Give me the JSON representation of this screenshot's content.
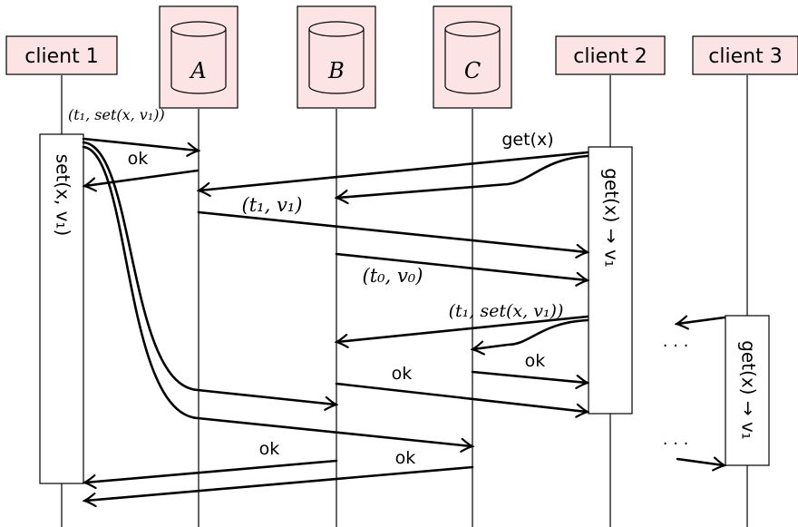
{
  "participants": {
    "client1": "client 1",
    "A": "A",
    "B": "B",
    "C": "C",
    "client2": "client 2",
    "client3": "client 3"
  },
  "activations": {
    "client1_set": "set(x, v₁)",
    "client2_get": "get(x) → v₁",
    "client3_get": "get(x) → v₁"
  },
  "messages": {
    "set_request": "(t₁, set(x, v₁))",
    "ok_A_to_client1": "ok",
    "get_request": "get(x)",
    "A_reply": "(t₁, v₁)",
    "B_reply": "(t₀, v₀)",
    "writeback": "(t₁, set(x, v₁))",
    "ok_C_to_client2": "ok",
    "ok_B_to_client2": "ok",
    "ok_B_to_client1": "ok",
    "ok_C_to_client1": "ok"
  },
  "ellipsis": {
    "upper": "· · ·",
    "lower": "· · ·"
  },
  "colors": {
    "participant_fill": "#fce4e4",
    "stroke": "#000000",
    "activation_fill": "#ffffff"
  }
}
